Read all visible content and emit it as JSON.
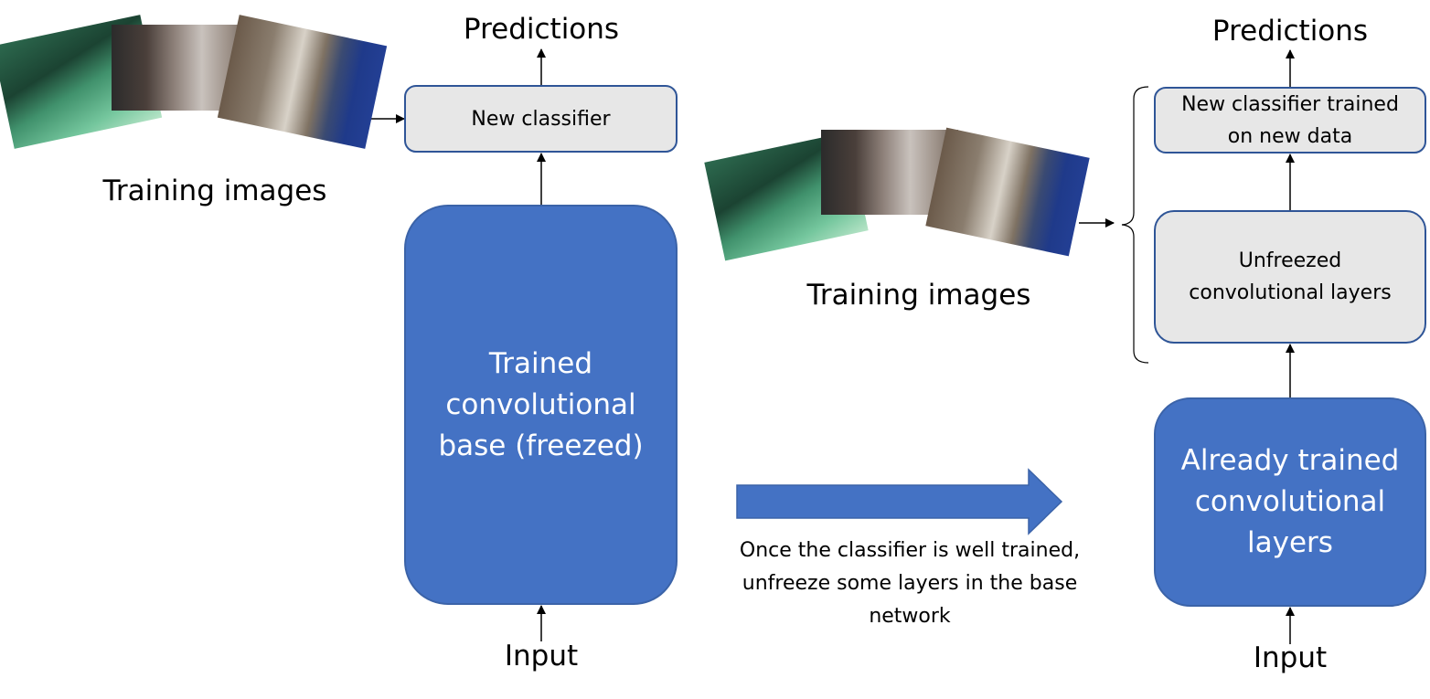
{
  "left_panel": {
    "predictions": "Predictions",
    "classifier": "New classifier",
    "base": "Trained\nconvolutional\nbase (freezed)",
    "input": "Input",
    "training_images": "Training images"
  },
  "transition": {
    "caption": "Once the classifier is well trained,\nunfreeze some layers in the base\nnetwork"
  },
  "right_panel": {
    "predictions": "Predictions",
    "classifier": "New classifier trained\non new data",
    "unfreezed": "Unfreezed\nconvolutional layers",
    "trained": "Already trained\nconvolutional\nlayers",
    "input": "Input",
    "training_images": "Training images"
  },
  "colors": {
    "blue_box": "#4472c4",
    "grey_box": "#e7e7e7",
    "box_border": "#2f5597"
  }
}
